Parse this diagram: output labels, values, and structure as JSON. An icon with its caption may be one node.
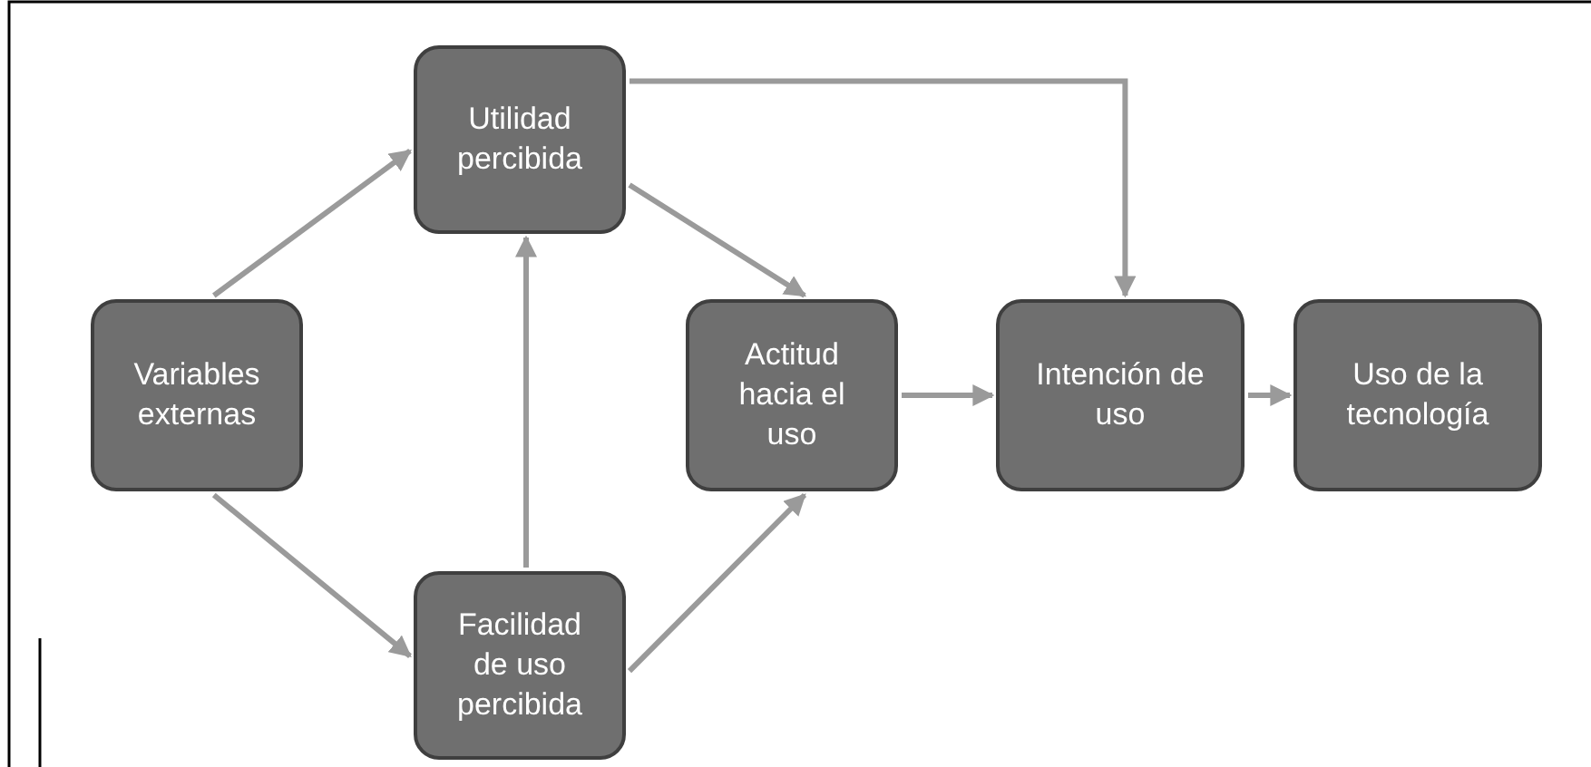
{
  "diagram": {
    "nodes": [
      {
        "text": [
          "Variables externas"
        ]
      },
      {
        "text": [
          "Utilidad percibida"
        ]
      },
      {
        "text": [
          "Facilidad de uso percibida"
        ]
      },
      {
        "text": [
          "Actitud hacia el uso"
        ]
      },
      {
        "text": [
          "Intención de uso"
        ]
      },
      {
        "text": [
          "Uso de la tecnología"
        ]
      }
    ],
    "edges": [
      {
        "from": 0,
        "to": 1,
        "arrow": "to"
      },
      {
        "from": 0,
        "to": 2,
        "arrow": "to"
      },
      {
        "from": 2,
        "to": 1,
        "arrow": "to"
      },
      {
        "from": 1,
        "to": 3,
        "arrow": "to"
      },
      {
        "from": 2,
        "to": 3,
        "arrow": "to"
      },
      {
        "from": 1,
        "to": 4,
        "arrow": "to"
      },
      {
        "from": 3,
        "to": 4,
        "arrow": "to"
      },
      {
        "from": 4,
        "to": 5,
        "arrow": "to"
      }
    ]
  }
}
